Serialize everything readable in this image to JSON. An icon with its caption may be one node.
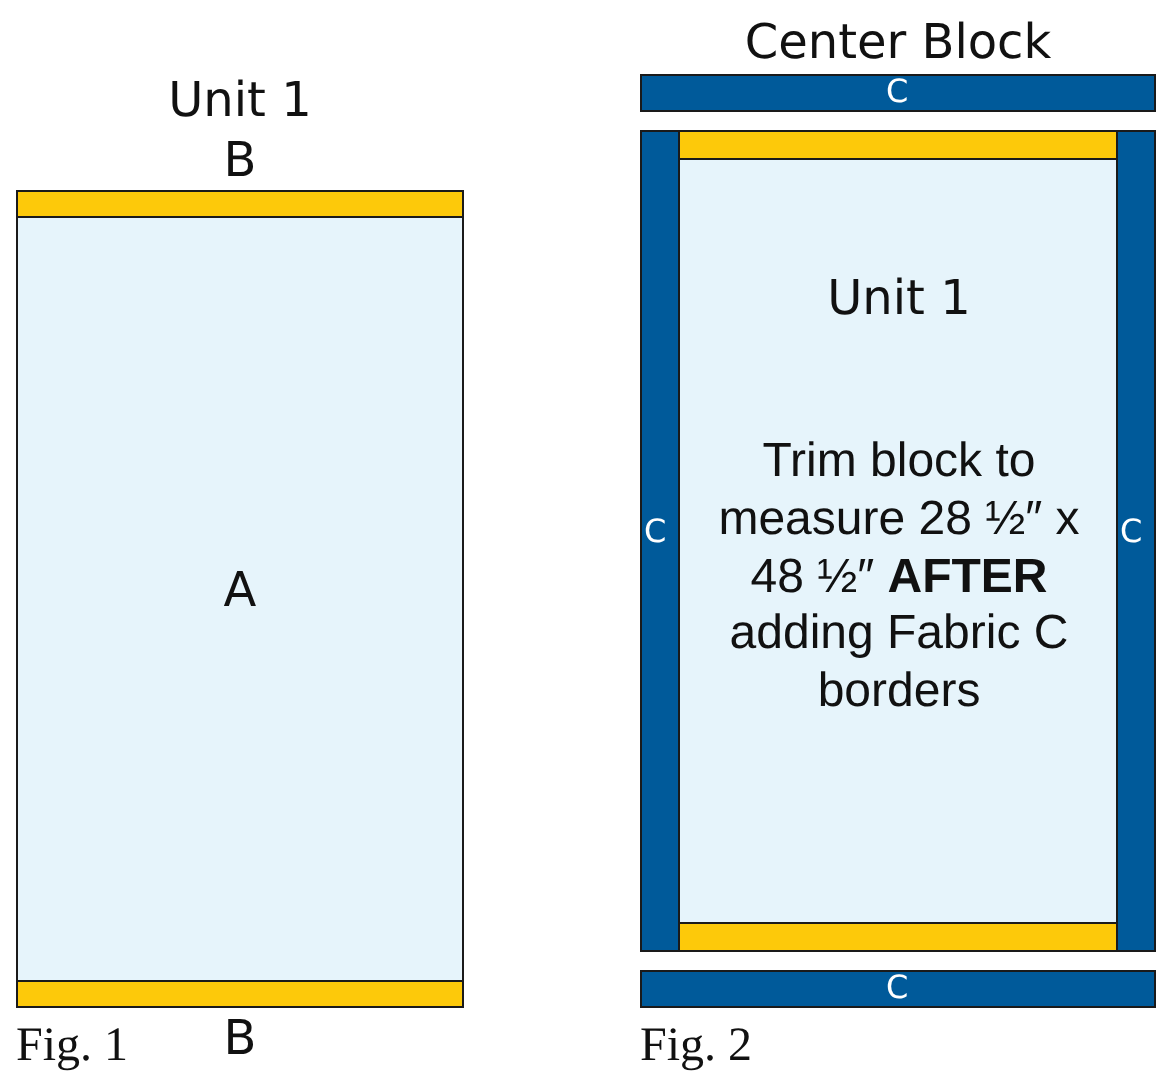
{
  "diagram": {
    "nodes": [
      {
        "text": [
          "B"
        ]
      },
      {
        "text": [
          "A"
        ]
      },
      {
        "text": [
          "B"
        ]
      },
      {
        "text": [
          "C"
        ]
      },
      {
        "text": [
          "C"
        ]
      },
      {
        "text": [
          "Unit 1",
          "Trim block to measure 28 ½″ x 48 ½″ **AFTER** adding Fabric C borders"
        ]
      },
      {
        "text": [],
        "shape": "bar",
        "in": 5
      },
      {
        "text": [],
        "shape": "bar",
        "in": 5
      },
      {
        "text": [
          "C"
        ]
      },
      {
        "text": [
          "C"
        ]
      }
    ],
    "labels": [
      "Unit 1",
      "Center Block",
      "Fig. 1",
      "Fig. 2"
    ]
  }
}
